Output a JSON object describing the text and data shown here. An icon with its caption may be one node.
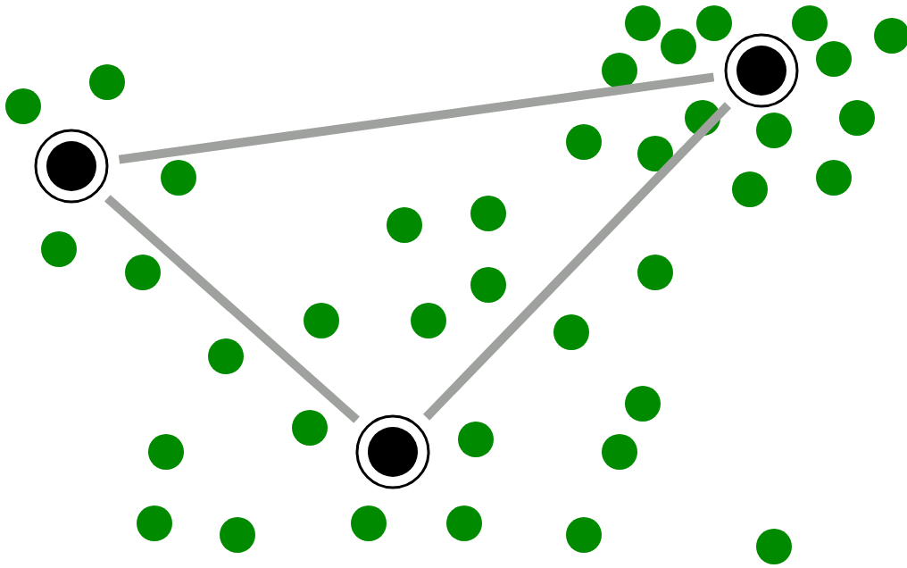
{
  "diagram": {
    "nodes": [
      {
        "text": [],
        "shape": "circle"
      },
      {
        "text": [],
        "shape": "circle"
      },
      {
        "text": [],
        "shape": "circle"
      }
    ],
    "edges": [
      {
        "from": 0,
        "to": 1,
        "arrow": "none"
      },
      {
        "from": 0,
        "to": 2,
        "arrow": "none"
      },
      {
        "from": 2,
        "to": 1,
        "arrow": "none"
      }
    ]
  }
}
